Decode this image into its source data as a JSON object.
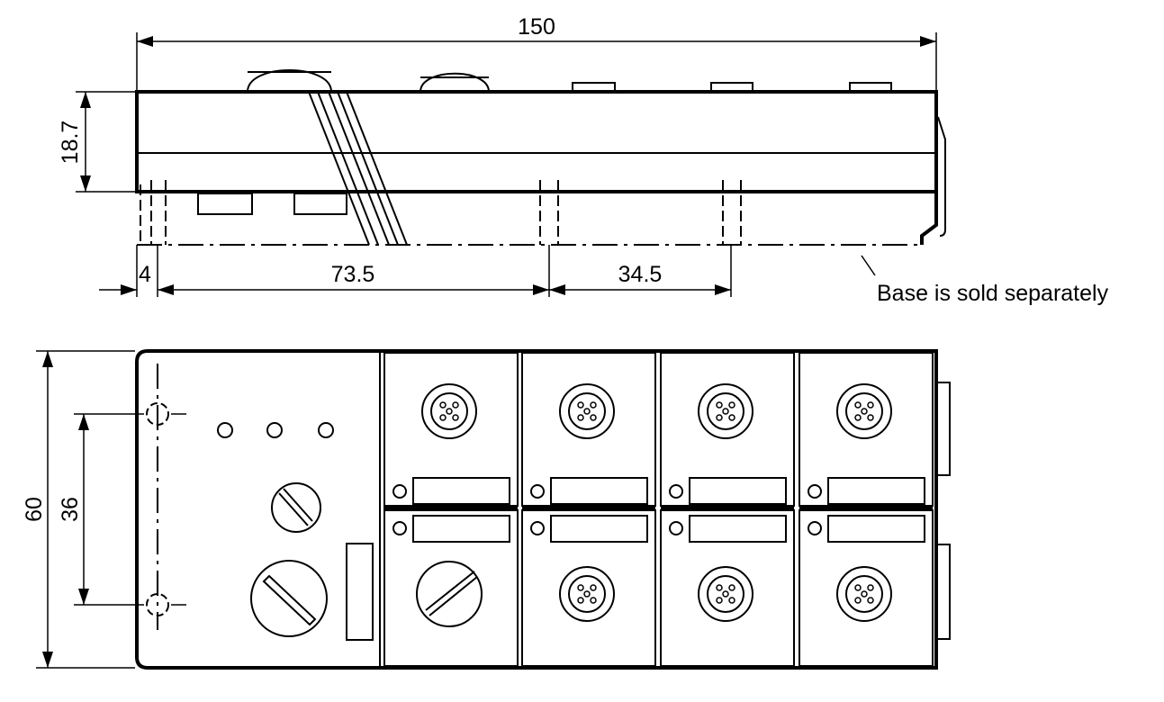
{
  "title": "Dimensional drawing",
  "dimensions": {
    "overall_length": "150",
    "height": "18.7",
    "edge_offset": "4",
    "hole_pitch_1": "73.5",
    "hole_pitch_2": "34.5",
    "overall_width": "60",
    "hole_spacing": "36"
  },
  "notes": {
    "base": "Base is sold separately"
  },
  "colors": {
    "line": "#000000",
    "background": "#ffffff"
  }
}
